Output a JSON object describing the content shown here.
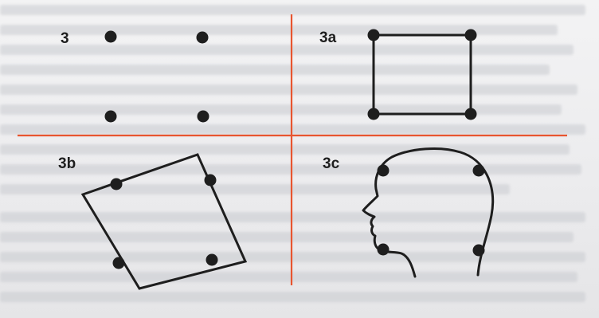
{
  "panels": [
    {
      "id": "3",
      "label": "3"
    },
    {
      "id": "3a",
      "label": "3a"
    },
    {
      "id": "3b",
      "label": "3b"
    },
    {
      "id": "3c",
      "label": "3c"
    }
  ],
  "colors": {
    "ink": "#1e1e1e",
    "divider": "#e8552f",
    "background": "#ececee",
    "faded_text": "#c9cbd0"
  }
}
